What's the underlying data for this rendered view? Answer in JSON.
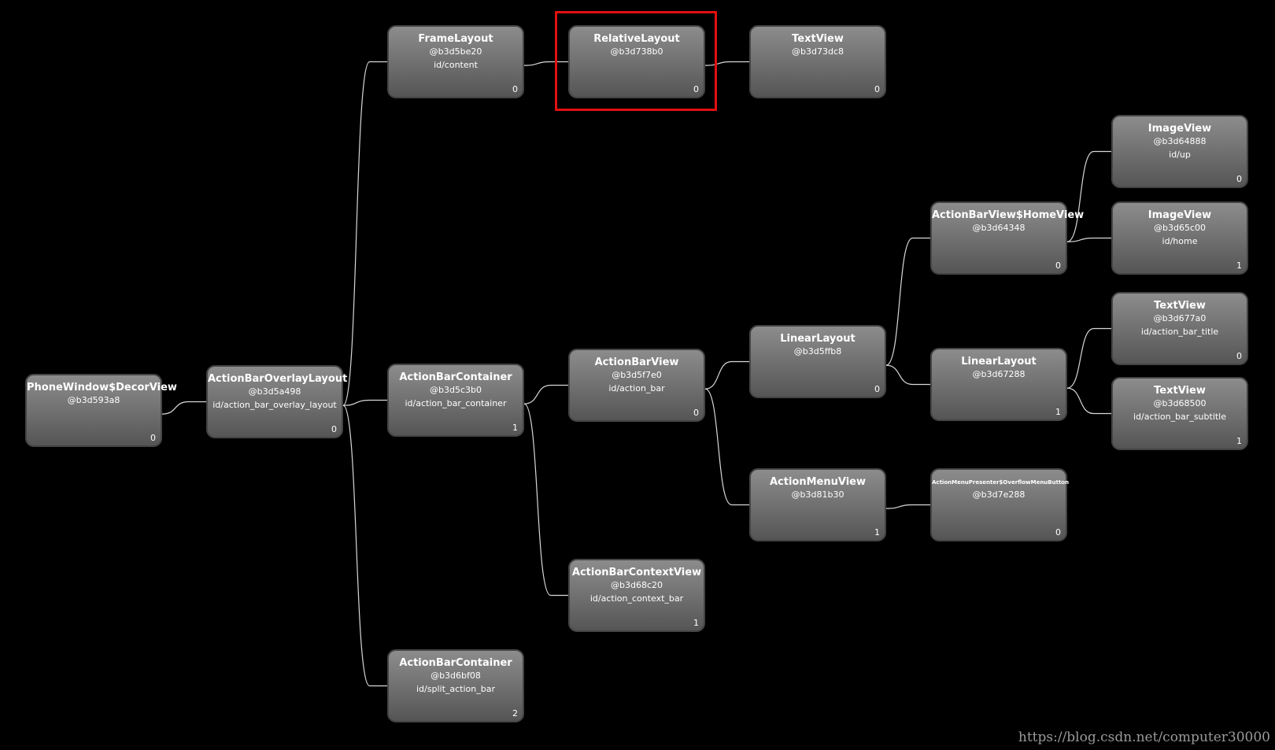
{
  "nodes": [
    {
      "key": "decor",
      "cls": "PhoneWindow$DecorView",
      "hash": "@b3d593a8",
      "vid": "",
      "idx": "0"
    },
    {
      "key": "overlay",
      "cls": "ActionBarOverlayLayout",
      "hash": "@b3d5a498",
      "vid": "id/action_bar_overlay_layout",
      "idx": "0"
    },
    {
      "key": "frame",
      "cls": "FrameLayout",
      "hash": "@b3d5be20",
      "vid": "id/content",
      "idx": "0"
    },
    {
      "key": "relative",
      "cls": "RelativeLayout",
      "hash": "@b3d738b0",
      "vid": "",
      "idx": "0"
    },
    {
      "key": "textview1",
      "cls": "TextView",
      "hash": "@b3d73dc8",
      "vid": "",
      "idx": "0"
    },
    {
      "key": "container1",
      "cls": "ActionBarContainer",
      "hash": "@b3d5c3b0",
      "vid": "id/action_bar_container",
      "idx": "1"
    },
    {
      "key": "container2",
      "cls": "ActionBarContainer",
      "hash": "@b3d6bf08",
      "vid": "id/split_action_bar",
      "idx": "2"
    },
    {
      "key": "actionbarview",
      "cls": "ActionBarView",
      "hash": "@b3d5f7e0",
      "vid": "id/action_bar",
      "idx": "0"
    },
    {
      "key": "contextview",
      "cls": "ActionBarContextView",
      "hash": "@b3d68c20",
      "vid": "id/action_context_bar",
      "idx": "1"
    },
    {
      "key": "linear1",
      "cls": "LinearLayout",
      "hash": "@b3d5ffb8",
      "vid": "",
      "idx": "0"
    },
    {
      "key": "menuview",
      "cls": "ActionMenuView",
      "hash": "@b3d81b30",
      "vid": "",
      "idx": "1"
    },
    {
      "key": "homeview",
      "cls": "ActionBarView$HomeView",
      "hash": "@b3d64348",
      "vid": "",
      "idx": "0"
    },
    {
      "key": "linear2",
      "cls": "LinearLayout",
      "hash": "@b3d67288",
      "vid": "",
      "idx": "1"
    },
    {
      "key": "overflow",
      "cls": "ActionMenuPresenter$OverflowMenuButton",
      "hash": "@b3d7e288",
      "vid": "",
      "idx": "0"
    },
    {
      "key": "img1",
      "cls": "ImageView",
      "hash": "@b3d64888",
      "vid": "id/up",
      "idx": "0"
    },
    {
      "key": "img2",
      "cls": "ImageView",
      "hash": "@b3d65c00",
      "vid": "id/home",
      "idx": "1"
    },
    {
      "key": "tv_title",
      "cls": "TextView",
      "hash": "@b3d677a0",
      "vid": "id/action_bar_title",
      "idx": "0"
    },
    {
      "key": "tv_subtitle",
      "cls": "TextView",
      "hash": "@b3d68500",
      "vid": "id/action_bar_subtitle",
      "idx": "1"
    }
  ],
  "edges": [
    [
      "decor",
      "overlay"
    ],
    [
      "overlay",
      "frame"
    ],
    [
      "overlay",
      "container1"
    ],
    [
      "overlay",
      "container2"
    ],
    [
      "frame",
      "relative"
    ],
    [
      "relative",
      "textview1"
    ],
    [
      "container1",
      "actionbarview"
    ],
    [
      "container1",
      "contextview"
    ],
    [
      "actionbarview",
      "linear1"
    ],
    [
      "actionbarview",
      "menuview"
    ],
    [
      "linear1",
      "homeview"
    ],
    [
      "linear1",
      "linear2"
    ],
    [
      "menuview",
      "overflow"
    ],
    [
      "homeview",
      "img1"
    ],
    [
      "homeview",
      "img2"
    ],
    [
      "linear2",
      "tv_title"
    ],
    [
      "linear2",
      "tv_subtitle"
    ]
  ],
  "highlight_target": "relative",
  "highlight_color": "#e01010",
  "edge_color": "#d8d8d8",
  "watermark": "https://blog.csdn.net/computer30000"
}
